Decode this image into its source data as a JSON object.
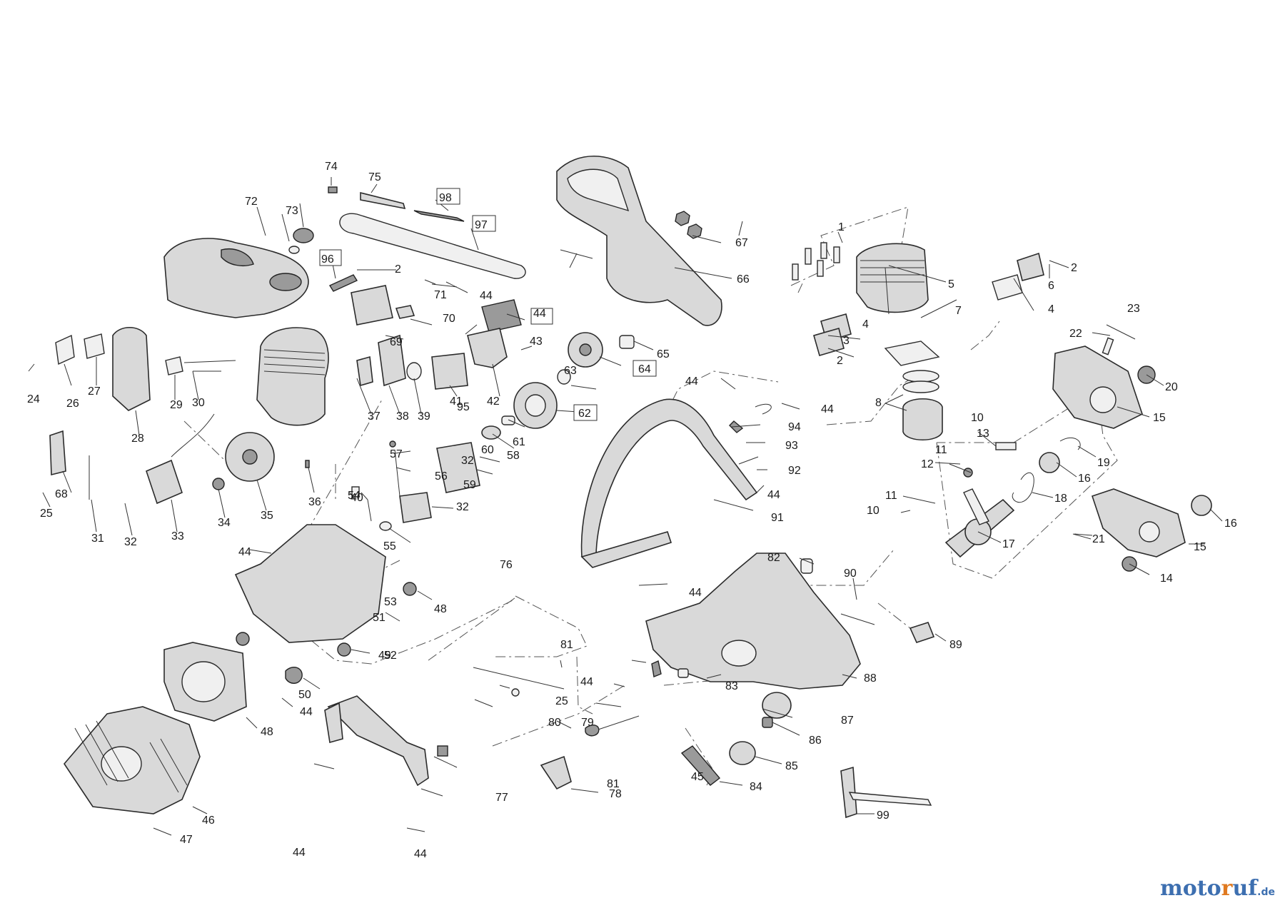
{
  "diagram": {
    "labels": [
      {
        "id": "l1",
        "text": "1"
      },
      {
        "id": "l2a",
        "text": "2"
      },
      {
        "id": "l2b",
        "text": "2"
      },
      {
        "id": "l2c",
        "text": "2"
      },
      {
        "id": "l3",
        "text": "3"
      },
      {
        "id": "l4a",
        "text": "4"
      },
      {
        "id": "l4b",
        "text": "4"
      },
      {
        "id": "l5",
        "text": "5"
      },
      {
        "id": "l6",
        "text": "6"
      },
      {
        "id": "l7",
        "text": "7"
      },
      {
        "id": "l8",
        "text": "8"
      },
      {
        "id": "l10a",
        "text": "10"
      },
      {
        "id": "l10b",
        "text": "10"
      },
      {
        "id": "l11a",
        "text": "11"
      },
      {
        "id": "l11b",
        "text": "11"
      },
      {
        "id": "l12",
        "text": "12"
      },
      {
        "id": "l13",
        "text": "13"
      },
      {
        "id": "l14",
        "text": "14"
      },
      {
        "id": "l15a",
        "text": "15"
      },
      {
        "id": "l15b",
        "text": "15"
      },
      {
        "id": "l16a",
        "text": "16"
      },
      {
        "id": "l16b",
        "text": "16"
      },
      {
        "id": "l17",
        "text": "17"
      },
      {
        "id": "l18",
        "text": "18"
      },
      {
        "id": "l19",
        "text": "19"
      },
      {
        "id": "l20",
        "text": "20"
      },
      {
        "id": "l21",
        "text": "21"
      },
      {
        "id": "l22",
        "text": "22"
      },
      {
        "id": "l23",
        "text": "23"
      },
      {
        "id": "l24",
        "text": "24"
      },
      {
        "id": "l25a",
        "text": "25"
      },
      {
        "id": "l25b",
        "text": "25"
      },
      {
        "id": "l26",
        "text": "26"
      },
      {
        "id": "l27",
        "text": "27"
      },
      {
        "id": "l28",
        "text": "28"
      },
      {
        "id": "l29",
        "text": "29"
      },
      {
        "id": "l30",
        "text": "30"
      },
      {
        "id": "l31",
        "text": "31"
      },
      {
        "id": "l32a",
        "text": "32"
      },
      {
        "id": "l32b",
        "text": "32"
      },
      {
        "id": "l32c",
        "text": "32"
      },
      {
        "id": "l33",
        "text": "33"
      },
      {
        "id": "l34",
        "text": "34"
      },
      {
        "id": "l35",
        "text": "35"
      },
      {
        "id": "l36",
        "text": "36"
      },
      {
        "id": "l37",
        "text": "37"
      },
      {
        "id": "l38",
        "text": "38"
      },
      {
        "id": "l39",
        "text": "39"
      },
      {
        "id": "l40",
        "text": "40"
      },
      {
        "id": "l41",
        "text": "41"
      },
      {
        "id": "l42",
        "text": "42"
      },
      {
        "id": "l43",
        "text": "43"
      },
      {
        "id": "l44a",
        "text": "44"
      },
      {
        "id": "l44b",
        "text": "44"
      },
      {
        "id": "l44c",
        "text": "44"
      },
      {
        "id": "l44d",
        "text": "44"
      },
      {
        "id": "l44e",
        "text": "44"
      },
      {
        "id": "l44f",
        "text": "44"
      },
      {
        "id": "l44g",
        "text": "44"
      },
      {
        "id": "l44h",
        "text": "44"
      },
      {
        "id": "l44i",
        "text": "44"
      },
      {
        "id": "l44j",
        "text": "44"
      },
      {
        "id": "l44k",
        "text": "44"
      },
      {
        "id": "l45",
        "text": "45"
      },
      {
        "id": "l46",
        "text": "46"
      },
      {
        "id": "l47",
        "text": "47"
      },
      {
        "id": "l48a",
        "text": "48"
      },
      {
        "id": "l48b",
        "text": "48"
      },
      {
        "id": "l49",
        "text": "49"
      },
      {
        "id": "l50",
        "text": "50"
      },
      {
        "id": "l51",
        "text": "51"
      },
      {
        "id": "l52",
        "text": "52"
      },
      {
        "id": "l53",
        "text": "53"
      },
      {
        "id": "l54",
        "text": "54"
      },
      {
        "id": "l55",
        "text": "55"
      },
      {
        "id": "l56",
        "text": "56"
      },
      {
        "id": "l57",
        "text": "57"
      },
      {
        "id": "l58",
        "text": "58"
      },
      {
        "id": "l59",
        "text": "59"
      },
      {
        "id": "l60",
        "text": "60"
      },
      {
        "id": "l61",
        "text": "61"
      },
      {
        "id": "l62",
        "text": "62"
      },
      {
        "id": "l63",
        "text": "63"
      },
      {
        "id": "l64",
        "text": "64"
      },
      {
        "id": "l65",
        "text": "65"
      },
      {
        "id": "l66",
        "text": "66"
      },
      {
        "id": "l67",
        "text": "67"
      },
      {
        "id": "l68",
        "text": "68"
      },
      {
        "id": "l69",
        "text": "69"
      },
      {
        "id": "l70",
        "text": "70"
      },
      {
        "id": "l71",
        "text": "71"
      },
      {
        "id": "l72",
        "text": "72"
      },
      {
        "id": "l73",
        "text": "73"
      },
      {
        "id": "l74",
        "text": "74"
      },
      {
        "id": "l75",
        "text": "75"
      },
      {
        "id": "l76",
        "text": "76"
      },
      {
        "id": "l77",
        "text": "77"
      },
      {
        "id": "l78",
        "text": "78"
      },
      {
        "id": "l79",
        "text": "79"
      },
      {
        "id": "l80",
        "text": "80"
      },
      {
        "id": "l81a",
        "text": "81"
      },
      {
        "id": "l81b",
        "text": "81"
      },
      {
        "id": "l82",
        "text": "82"
      },
      {
        "id": "l83",
        "text": "83"
      },
      {
        "id": "l84",
        "text": "84"
      },
      {
        "id": "l85",
        "text": "85"
      },
      {
        "id": "l86",
        "text": "86"
      },
      {
        "id": "l87",
        "text": "87"
      },
      {
        "id": "l88",
        "text": "88"
      },
      {
        "id": "l89",
        "text": "89"
      },
      {
        "id": "l90",
        "text": "90"
      },
      {
        "id": "l91",
        "text": "91"
      },
      {
        "id": "l92",
        "text": "92"
      },
      {
        "id": "l93",
        "text": "93"
      },
      {
        "id": "l94",
        "text": "94"
      },
      {
        "id": "l95",
        "text": "95"
      },
      {
        "id": "l96",
        "text": "96"
      },
      {
        "id": "l97",
        "text": "97"
      },
      {
        "id": "l98",
        "text": "98"
      },
      {
        "id": "l99",
        "text": "99"
      }
    ]
  },
  "watermark": {
    "part1": "moto",
    "part2": "r",
    "part3": "uf",
    "tld": ".de"
  },
  "colors": {
    "line": "#2b2b2b",
    "fill": "#d9d9d9",
    "watermark_blue": "#3d6fb0",
    "watermark_orange": "#e07a20"
  }
}
